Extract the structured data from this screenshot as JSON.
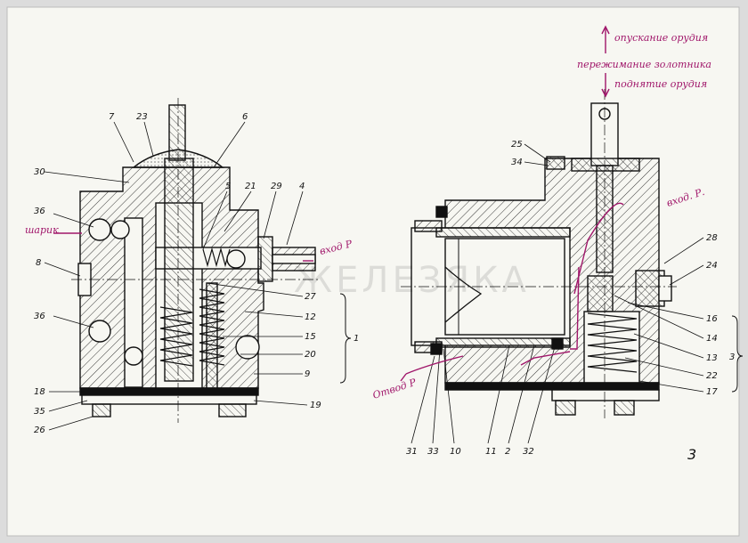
{
  "drawing": {
    "left_view": {
      "callouts": [
        "7",
        "23",
        "6",
        "30",
        "5",
        "21",
        "29",
        "4",
        "36",
        "8",
        "36",
        "27",
        "12",
        "15",
        "20",
        "9",
        "18",
        "35",
        "26",
        "19",
        "1"
      ]
    },
    "right_view": {
      "callouts": [
        "25",
        "34",
        "28",
        "24",
        "16",
        "14",
        "13",
        "22",
        "17",
        "31",
        "33",
        "10",
        "11",
        "2",
        "32",
        "3"
      ]
    }
  },
  "annotations": {
    "lowering": "опускание орудия",
    "neutral": "пережимание золотника",
    "lifting": "поднятие орудия",
    "inlet_left": "вход Р",
    "inlet_right": "вход. Р.",
    "drain": "Отвод Р",
    "balls": "шарик"
  },
  "watermark": "ЖЕЛЕЗЯКА",
  "sheet_number": "3"
}
